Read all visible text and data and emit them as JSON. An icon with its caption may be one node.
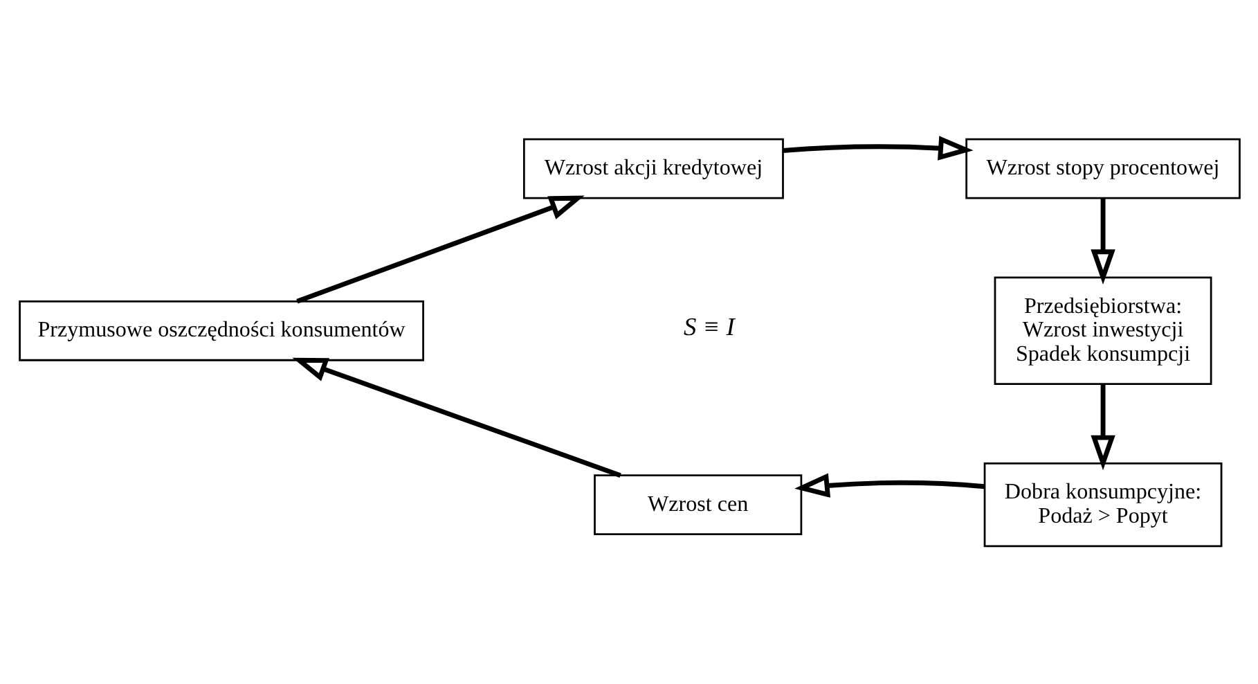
{
  "diagram": {
    "nodes": [
      {
        "text": [
          "Wzrost akcji kredytowej"
        ]
      },
      {
        "text": [
          "Wzrost stopy procentowej"
        ]
      },
      {
        "text": [
          "Przedsiębiorstwa:",
          "Wzrost inwestycji",
          "Spadek konsumpcji"
        ]
      },
      {
        "text": [
          "Dobra konsumpcyjne:",
          "Podaż > Popyt"
        ]
      },
      {
        "text": [
          "Wzrost cen"
        ]
      },
      {
        "text": [
          "Przymusowe oszczędności konsumentów"
        ]
      }
    ],
    "edges": [
      {
        "from": 0,
        "to": 1,
        "arrow": "to"
      },
      {
        "from": 1,
        "to": 2,
        "arrow": "to"
      },
      {
        "from": 2,
        "to": 3,
        "arrow": "to"
      },
      {
        "from": 3,
        "to": 4,
        "arrow": "to"
      },
      {
        "from": 4,
        "to": 5,
        "arrow": "to"
      },
      {
        "from": 5,
        "to": 0,
        "arrow": "to"
      }
    ],
    "labels": [
      "S ≡ I"
    ]
  }
}
